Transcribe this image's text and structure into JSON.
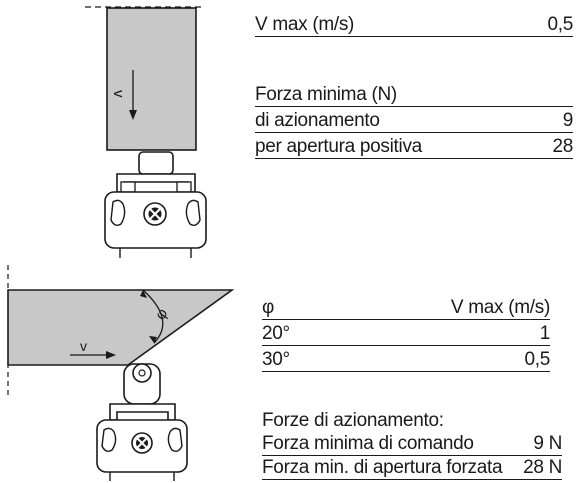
{
  "top_spec": {
    "vmax_label": "V max (m/s)",
    "vmax_value": "0,5",
    "force_title": "Forza minima (N)",
    "rows": [
      {
        "label": "di azionamento",
        "value": "9"
      },
      {
        "label": "per apertura positiva",
        "value": "28"
      }
    ]
  },
  "angle_table": {
    "col_angle": "φ",
    "col_vmax": "V max (m/s)",
    "rows": [
      {
        "angle": "20°",
        "vmax": "1"
      },
      {
        "angle": "30°",
        "vmax": "0,5"
      }
    ]
  },
  "actuation_forces": {
    "title": "Forze di azionamento:",
    "rows": [
      {
        "label": "Forza minima di comando",
        "value": "9 N"
      },
      {
        "label": "Forza min. di apertura forzata",
        "value": "28 N"
      }
    ]
  },
  "diagram_labels": {
    "velocity": "v",
    "angle": "φ"
  },
  "colors": {
    "ink": "#1a1a1a",
    "fill_gray": "#c8c8c8"
  }
}
